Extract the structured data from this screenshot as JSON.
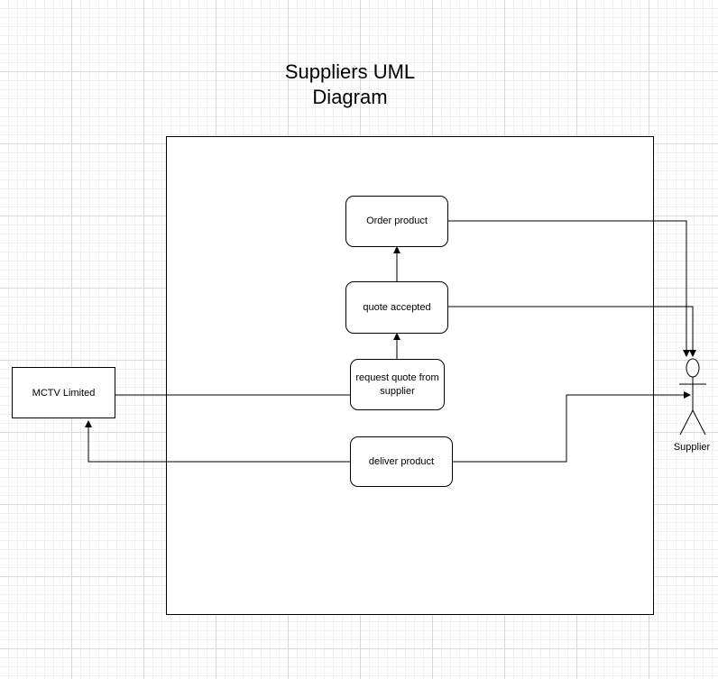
{
  "diagram": {
    "title": "Suppliers UML\nDiagram",
    "use_cases": {
      "order_product": "Order product",
      "quote_accepted": "quote accepted",
      "request_quote": "request quote from supplier",
      "deliver_product": "deliver product"
    },
    "actors": {
      "mctv": "MCTV Limited",
      "supplier": "Supplier"
    }
  }
}
